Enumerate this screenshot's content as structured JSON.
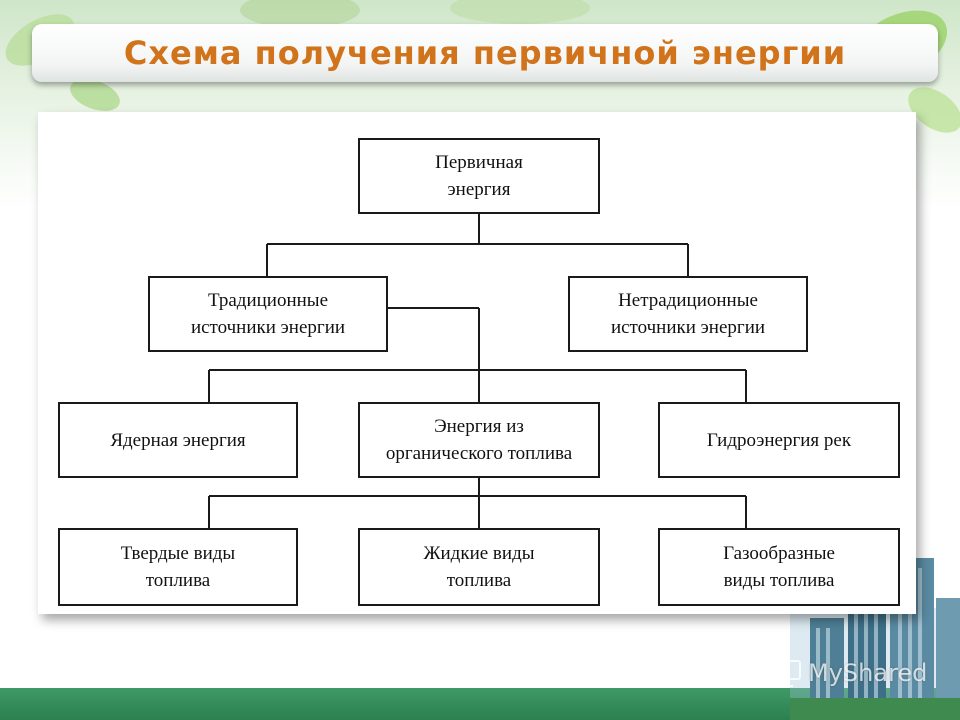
{
  "title": "Схема получения первичной энергии",
  "diagram": {
    "root": "Первичная\nэнергия",
    "traditional": "Традиционные\nисточники энергии",
    "nontraditional": "Нетрадиционные\nисточники энергии",
    "nuclear": "Ядерная энергия",
    "organic": "Энергия из\nорганического топлива",
    "hydro": "Гидроэнергия рек",
    "solid": "Твердые виды\nтоплива",
    "liquid": "Жидкие виды\nтоплива",
    "gas": "Газообразные\nвиды топлива"
  },
  "watermark": "MyShared",
  "colors": {
    "title": "#d1731a",
    "bottom_bar": "#2c7f51",
    "box_border": "#1a1a1a"
  }
}
